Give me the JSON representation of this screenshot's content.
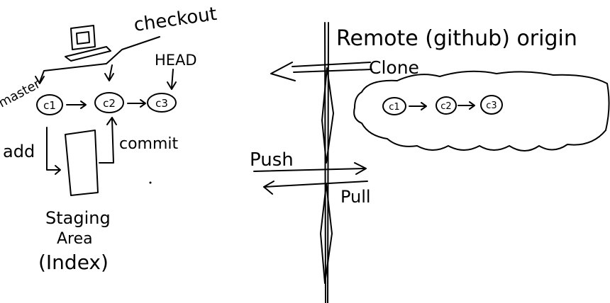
{
  "local": {
    "checkout_label": "checkout",
    "head_label": "HEAD",
    "master_label": "master",
    "commits": [
      "c1",
      "c2",
      "c3"
    ],
    "add_label": "add",
    "commit_label": "commit",
    "staging_line1": "Staging",
    "staging_line2": "Area",
    "staging_line3": "(Index)"
  },
  "remote": {
    "title": "Remote (github) origin",
    "clone_label": "Clone",
    "commits": [
      "c1",
      "c2",
      "c3"
    ],
    "push_label": "Push",
    "pull_label": "Pull"
  },
  "icons": [
    "computer-icon",
    "cloud-icon"
  ],
  "colors": {
    "ink": "#000000",
    "background": "#ffffff"
  }
}
